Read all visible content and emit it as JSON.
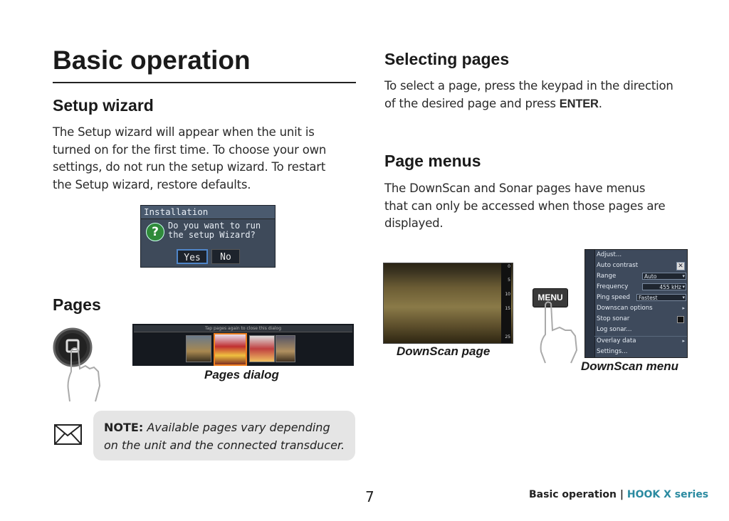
{
  "page": {
    "title": "Basic operation",
    "page_number": "7",
    "footer_section": "Basic operation",
    "footer_separator": "|",
    "footer_brand": "HOOK X series"
  },
  "setup_wizard": {
    "heading": "Setup wizard",
    "lines": [
      "The Setup wizard will appear when the unit is",
      "turned on for the first time. To choose your own",
      "settings, do not run the setup wizard.  To restart",
      "the Setup wizard, restore defaults."
    ],
    "dialog": {
      "title": "Installation",
      "message_line1": "Do you want to run",
      "message_line2": "the setup Wizard?",
      "yes": "Yes",
      "no": "No"
    }
  },
  "pages": {
    "heading": "Pages",
    "dialog_tip": "Tap pages again to close this dialog",
    "caption": "Pages dialog"
  },
  "note": {
    "label": "NOTE:",
    "text_line1": " Available pages vary depending",
    "text_line2": "on the unit and the connected transducer."
  },
  "selecting_pages": {
    "heading": "Selecting pages",
    "line1": "To select a page, press the keypad in the direction",
    "line2_prefix": "of the desired page and press ",
    "line2_key": "ENTER",
    "line2_suffix": "."
  },
  "page_menus": {
    "heading": "Page menus",
    "lines": [
      "The DownScan and Sonar pages have menus",
      "that can only be accessed when those pages are",
      "displayed."
    ],
    "downscan_caption": "DownScan page",
    "menu_key": "MENU",
    "menu_caption": "DownScan menu",
    "depth_scale": [
      "0",
      "5",
      "10",
      "15",
      "25"
    ],
    "menu_items": [
      {
        "label": "Adjust...",
        "value": ""
      },
      {
        "label": "Auto contrast",
        "value": ""
      },
      {
        "label": "Range",
        "value": "Auto"
      },
      {
        "label": "Frequency",
        "value": "455 kHz"
      },
      {
        "label": "Ping speed",
        "value": "Fastest"
      },
      {
        "label": "Downscan options",
        "value": ""
      },
      {
        "label": "Stop sonar",
        "value": ""
      },
      {
        "label": "Log sonar...",
        "value": ""
      },
      {
        "label": "Overlay data",
        "value": ""
      },
      {
        "label": "Settings...",
        "value": ""
      }
    ]
  }
}
